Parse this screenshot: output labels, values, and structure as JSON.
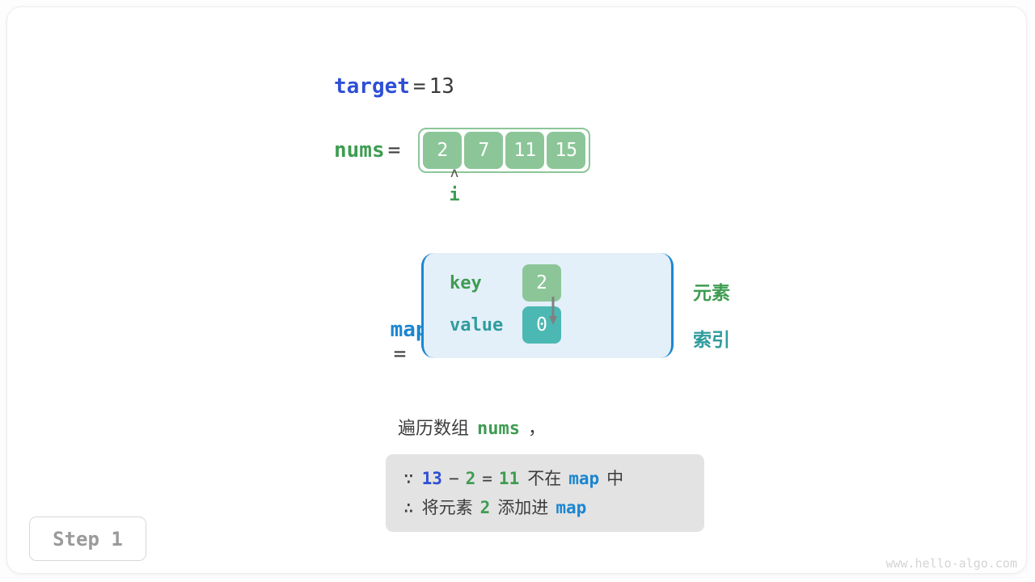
{
  "colors": {
    "element_green": "#8CC698",
    "index_teal": "#4BB8B3",
    "map_panel_bg": "#E3EFF9",
    "map_border_blue": "#1b86d0",
    "keyword_blue": "#2e4fd6",
    "keyword_green": "#3f9c52",
    "formula_box_bg": "#E3E3E3",
    "arrow_gray": "#808080"
  },
  "target": {
    "name": "target",
    "equals": "=",
    "value": "13"
  },
  "nums": {
    "name": "nums",
    "equals": "=",
    "cells": [
      "2",
      "7",
      "11",
      "15"
    ]
  },
  "pointer": {
    "caret": "ʌ",
    "label": "i",
    "index": 0
  },
  "map": {
    "name": "map",
    "equals": "=",
    "key_row_label": "key",
    "value_row_label": "value",
    "entries": [
      {
        "key": "2",
        "value": "0"
      }
    ],
    "side_label_element": "元素",
    "side_label_index": "索引"
  },
  "narration": {
    "prefix": "遍历数组",
    "code_token": "nums",
    "suffix": "，"
  },
  "formula": {
    "line1": {
      "because_symbol": "∵",
      "a": "13",
      "minus": "−",
      "b": "2",
      "equals": "=",
      "result": "11",
      "text_mid": "不在",
      "token": "map",
      "text_end": "中"
    },
    "line2": {
      "therefore_symbol": "∴",
      "text_start": "将元素",
      "element": "2",
      "text_mid": "添加进",
      "token": "map"
    }
  },
  "step_badge": "Step 1",
  "watermark": "www.hello-algo.com"
}
